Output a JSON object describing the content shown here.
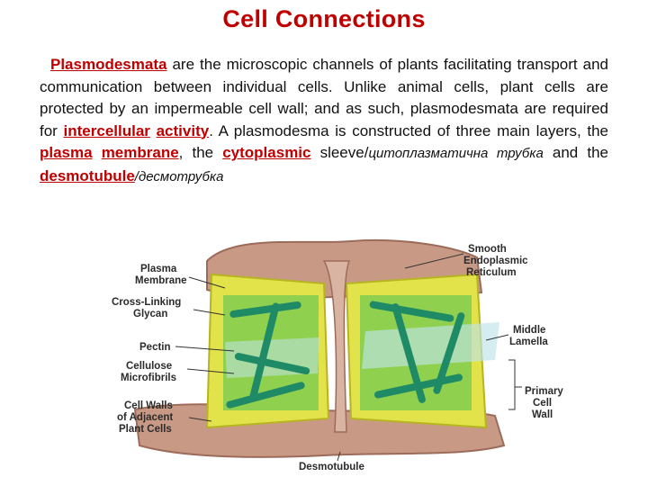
{
  "title": "Cell Connections",
  "paragraph": {
    "lead_term": "Plasmodesmata",
    "t1": " are the microscopic channels of plants facilitating transport and communication between individual cells. Unlike animal cells, plant cells are protected by an impermeable cell wall; and as such, plasmodesmata are required for ",
    "term_intercellular": "intercellular",
    "term_activity": "activity",
    "t2": ". A plasmodesma is constructed of three main layers, the ",
    "term_plasma": "plasma",
    "term_membrane": "membrane",
    "t3": ", the ",
    "term_cytoplasmic": "cytoplasmic",
    "t4": " sleeve/",
    "cyrillic_sleeve": "цитоплазматична трубка",
    "t5": " and the ",
    "term_desmotubule": "desmotubule",
    "cyrillic_desmotubule": "/десмотрубка"
  },
  "figure": {
    "labels_left": {
      "plasma_membrane": [
        "Plasma",
        "Membrane"
      ],
      "glycan": [
        "Cross-Linking",
        "Glycan"
      ],
      "pectin": [
        "Pectin"
      ],
      "microfibrils": [
        "Cellulose",
        "Microfibrils"
      ],
      "cell_walls": [
        "Cell Walls",
        "of Adjacent",
        "Plant Cells"
      ]
    },
    "labels_right": {
      "ser": [
        "Smooth",
        "Endoplasmic",
        "Reticulum"
      ],
      "middle_lamella": [
        "Middle",
        "Lamella"
      ],
      "primary_wall": [
        "Primary",
        "Cell",
        "Wall"
      ]
    },
    "label_bottom": "Desmotubule",
    "colors": {
      "cytoplasm": "#c89a86",
      "cytoplasm_dark": "#9c6b5a",
      "membrane": "#d4d62a",
      "wall": "#6fbf3f",
      "fibril": "#1f8a66",
      "lamella": "#bfe3e8"
    }
  }
}
